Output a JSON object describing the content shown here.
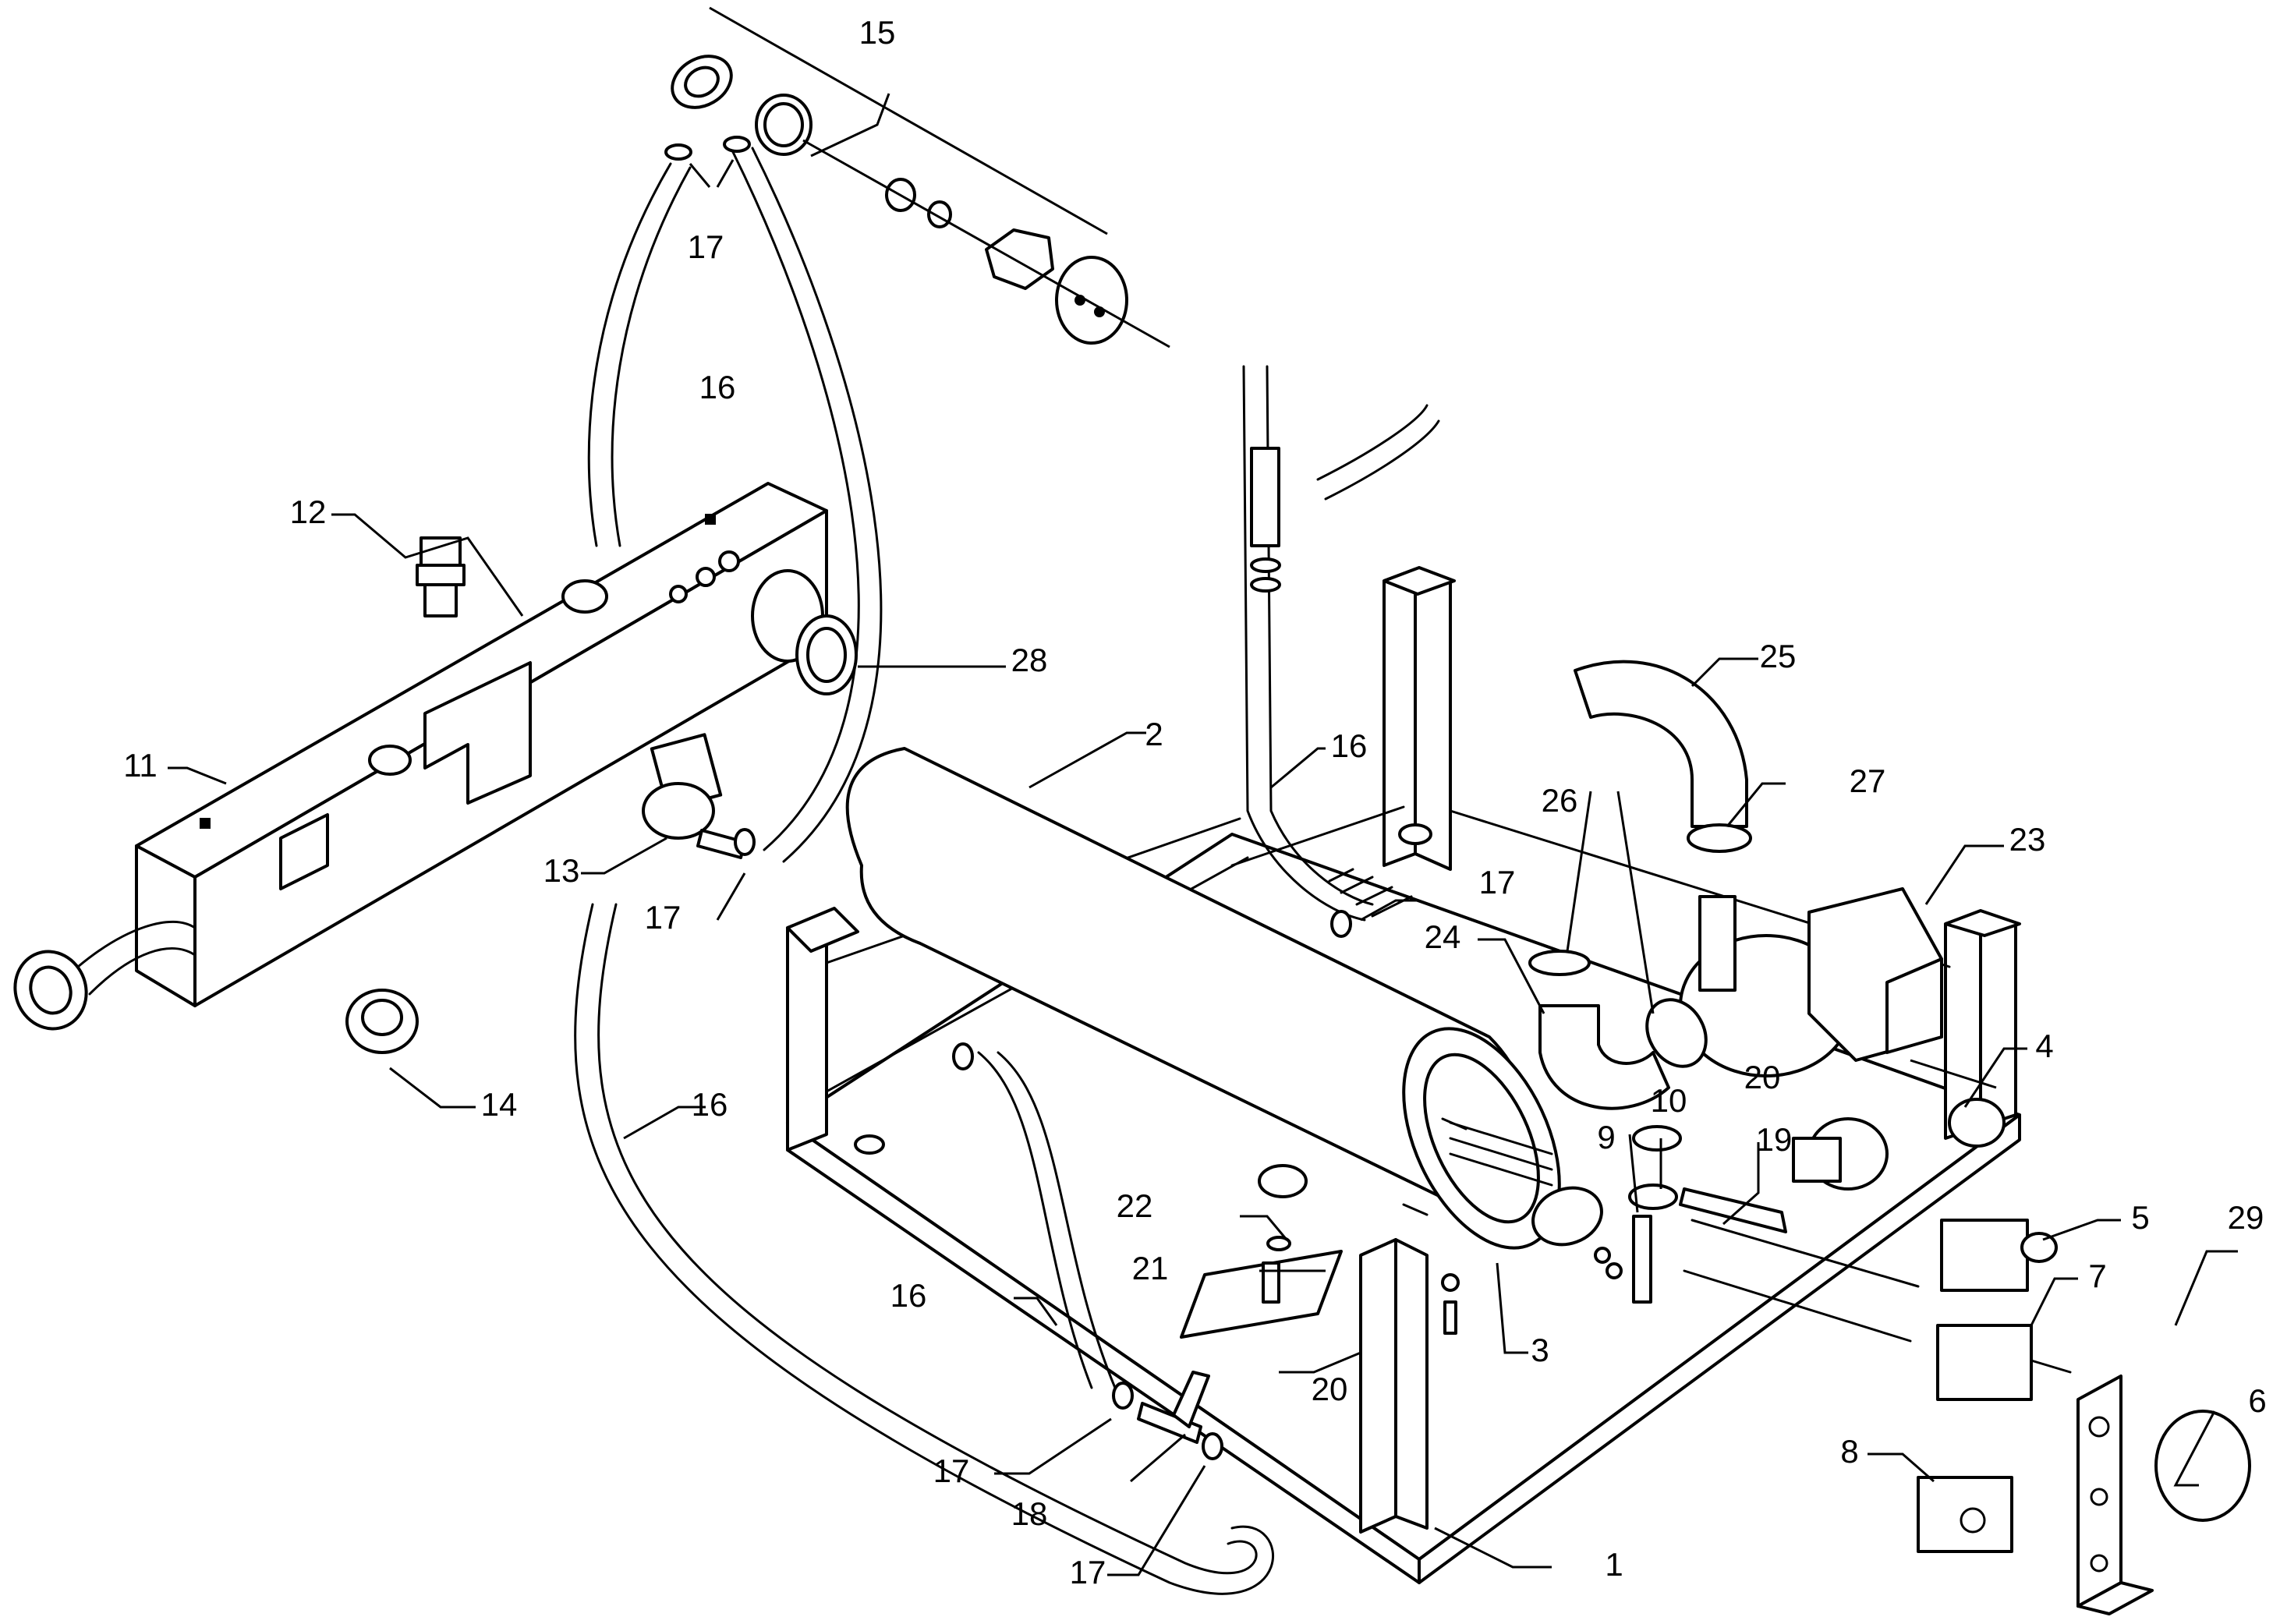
{
  "callouts": {
    "c1": "1",
    "c2": "2",
    "c3": "3",
    "c4": "4",
    "c5": "5",
    "c6": "6",
    "c7": "7",
    "c8": "8",
    "c9": "9",
    "c10": "10",
    "c11": "11",
    "c12": "12",
    "c13": "13",
    "c14": "14",
    "c15": "15",
    "c16a": "16",
    "c16b": "16",
    "c16c": "16",
    "c16d": "16",
    "c17a": "17",
    "c17b": "17",
    "c17c": "17",
    "c17d": "17",
    "c17e": "17",
    "c18": "18",
    "c19": "19",
    "c20a": "20",
    "c20b": "20",
    "c21": "21",
    "c22": "22",
    "c23": "23",
    "c24": "24",
    "c25": "25",
    "c26": "26",
    "c27": "27",
    "c28": "28",
    "c29": "29"
  },
  "colors": {
    "line": "#000000",
    "paper": "#ffffff"
  }
}
